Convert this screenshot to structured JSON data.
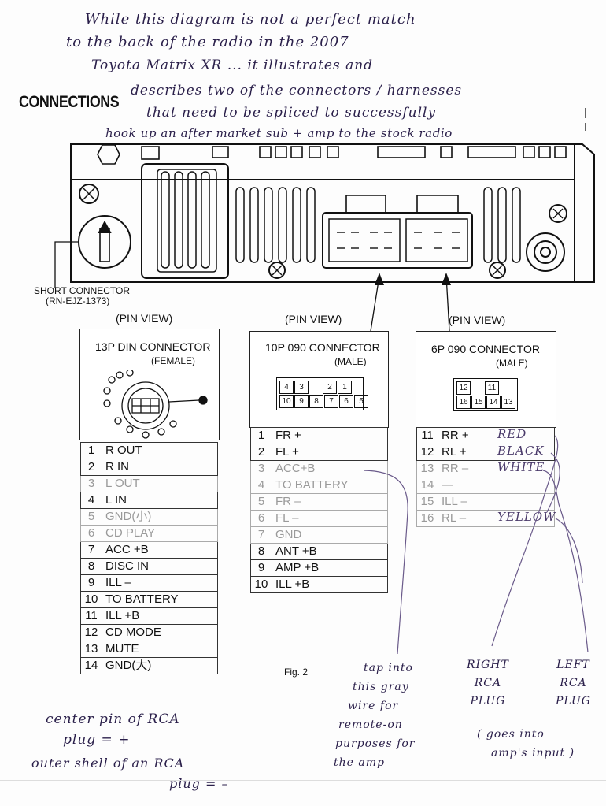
{
  "handwritten_note": {
    "lines": [
      "While this diagram is not a perfect match",
      "to the back of the radio in the 2007",
      "Toyota Matrix XR ... it illustrates and",
      "describes two of the connectors / harnesses",
      "that need to be spliced to successfully",
      "hook up an after market sub + amp to the stock radio"
    ]
  },
  "title": "CONNECTIONS",
  "short_connector": {
    "label": "SHORT CONNECTOR",
    "part": "(RN-EJZ-1373)"
  },
  "pin_view_label": "(PIN VIEW)",
  "fig_label": "Fig. 2",
  "connectors": [
    {
      "name": "13P DIN CONNECTOR",
      "sub": "(FEMALE)",
      "pins": [
        {
          "num": "1",
          "label": "R OUT",
          "faded": false
        },
        {
          "num": "2",
          "label": "R IN",
          "faded": false
        },
        {
          "num": "3",
          "label": "L OUT",
          "faded": true
        },
        {
          "num": "4",
          "label": "L IN",
          "faded": false
        },
        {
          "num": "5",
          "label": "GND(小)",
          "faded": true
        },
        {
          "num": "6",
          "label": "CD PLAY",
          "faded": true
        },
        {
          "num": "7",
          "label": "ACC +B",
          "faded": false
        },
        {
          "num": "8",
          "label": "DISC IN",
          "faded": false
        },
        {
          "num": "9",
          "label": "ILL –",
          "faded": false
        },
        {
          "num": "10",
          "label": "TO BATTERY",
          "faded": false
        },
        {
          "num": "11",
          "label": "ILL +B",
          "faded": false
        },
        {
          "num": "12",
          "label": "CD MODE",
          "faded": false
        },
        {
          "num": "13",
          "label": "MUTE",
          "faded": false
        },
        {
          "num": "14",
          "label": "GND(大)",
          "faded": false
        }
      ]
    },
    {
      "name": "10P 090 CONNECTOR",
      "sub": "(MALE)",
      "face_top": [
        "4",
        "3",
        "",
        "2",
        "1"
      ],
      "face_bottom": [
        "10",
        "9",
        "8",
        "7",
        "6",
        "5"
      ],
      "pins": [
        {
          "num": "1",
          "label": "FR +",
          "faded": false
        },
        {
          "num": "2",
          "label": "FL +",
          "faded": false
        },
        {
          "num": "3",
          "label": "ACC+B",
          "faded": true
        },
        {
          "num": "4",
          "label": "TO BATTERY",
          "faded": true
        },
        {
          "num": "5",
          "label": "FR –",
          "faded": true
        },
        {
          "num": "6",
          "label": "FL –",
          "faded": true
        },
        {
          "num": "7",
          "label": "GND",
          "faded": true
        },
        {
          "num": "8",
          "label": "ANT +B",
          "faded": false
        },
        {
          "num": "9",
          "label": "AMP +B",
          "faded": false
        },
        {
          "num": "10",
          "label": "ILL +B",
          "faded": false
        }
      ]
    },
    {
      "name": "6P 090 CONNECTOR",
      "sub": "(MALE)",
      "face_top": [
        "12",
        "",
        "11"
      ],
      "face_bottom": [
        "16",
        "15",
        "14",
        "13"
      ],
      "pins": [
        {
          "num": "11",
          "label": "RR +",
          "faded": false,
          "wire": "RED"
        },
        {
          "num": "12",
          "label": "RL +",
          "faded": false,
          "wire": "BLACK"
        },
        {
          "num": "13",
          "label": "RR –",
          "faded": true,
          "wire": "WHITE"
        },
        {
          "num": "14",
          "label": "—",
          "faded": true,
          "wire": ""
        },
        {
          "num": "15",
          "label": "ILL –",
          "faded": true,
          "wire": ""
        },
        {
          "num": "16",
          "label": "RL –",
          "faded": true,
          "wire": "YELLOW"
        }
      ]
    }
  ],
  "annotations": {
    "tap_note": [
      "tap into",
      "this gray",
      "wire for",
      "remote-on",
      "purposes for",
      "the amp"
    ],
    "right_rca": [
      "RIGHT",
      "RCA",
      "PLUG"
    ],
    "left_rca": [
      "LEFT",
      "RCA",
      "PLUG"
    ],
    "goes_into": [
      "( goes into",
      "amp's input )"
    ],
    "rca_center": [
      "center pin of RCA",
      "plug = +"
    ],
    "rca_outer": [
      "outer shell of an RCA",
      "plug = –"
    ]
  }
}
